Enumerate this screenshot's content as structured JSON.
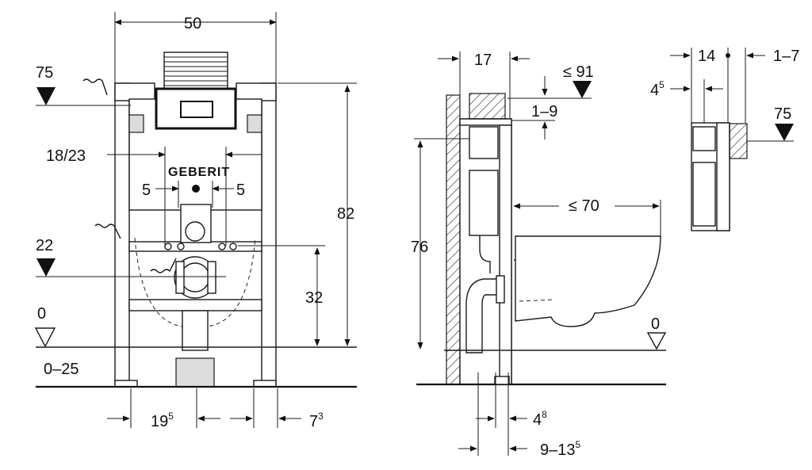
{
  "brand": {
    "logo_text": "GEBERIT"
  },
  "front_view": {
    "dim_width_top": "50",
    "dim_level_top": "75",
    "dim_pipe_spacing": "18/23",
    "dim_left_offset": "5",
    "dim_right_offset": "5",
    "dim_height_total": "82",
    "dim_level_mid": "22",
    "dim_height_drain": "32",
    "dim_floor_zero": "0",
    "dim_floor_range": "0–25",
    "dim_bottom_left_base": "19",
    "dim_bottom_left_sup": "5",
    "dim_bottom_right_base": "7",
    "dim_bottom_right_sup": "3"
  },
  "side_view": {
    "dim_depth_top": "17",
    "dim_above_max": "≤ 91",
    "dim_plate_range": "1–9",
    "dim_height": "76",
    "dim_projection_max": "≤ 70",
    "dim_floor_zero": "0",
    "dim_bottom_a_base": "4",
    "dim_bottom_a_sup": "8",
    "dim_bottom_b_base": "9–13",
    "dim_bottom_b_sup": "5"
  },
  "detail_view": {
    "dim_depth": "14",
    "dim_range": "1–7",
    "dim_offset_base": "4",
    "dim_offset_sup": "5",
    "dim_level": "75"
  }
}
